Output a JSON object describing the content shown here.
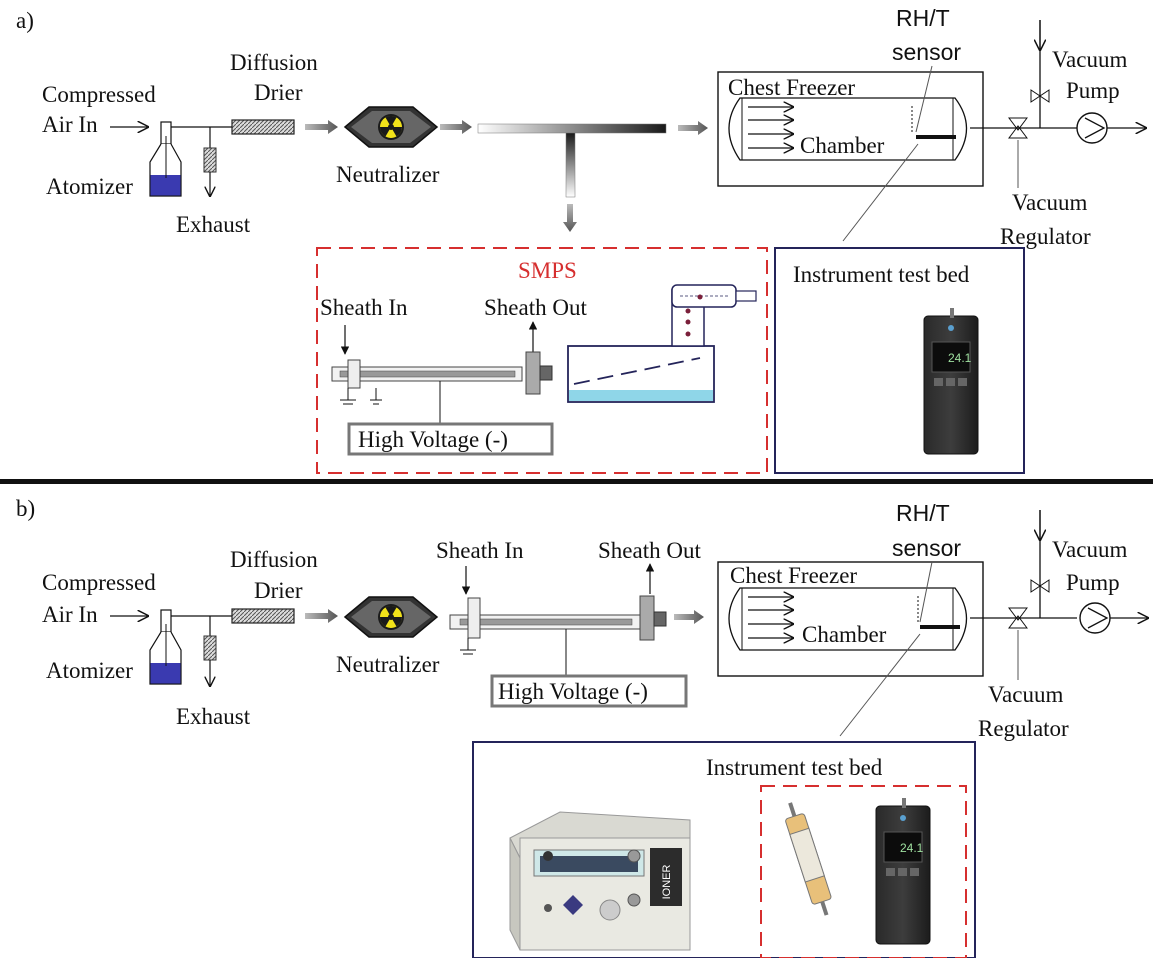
{
  "panels": {
    "a": {
      "panel_label": "a)",
      "compressed_air_line1": "Compressed",
      "compressed_air_line2": "Air In",
      "atomizer": "Atomizer",
      "exhaust": "Exhaust",
      "diffusion_line1": "Diffusion",
      "diffusion_line2": "Drier",
      "neutralizer": "Neutralizer",
      "rht_line1": "RH/T",
      "rht_line2": "sensor",
      "chest_freezer": "Chest Freezer",
      "chamber": "Chamber",
      "vacuum_pump_line1": "Vacuum",
      "vacuum_pump_line2": "Pump",
      "vacuum_regulator_line1": "Vacuum",
      "vacuum_regulator_line2": "Regulator",
      "smps": "SMPS",
      "sheath_in": "Sheath In",
      "sheath_out": "Sheath Out",
      "high_voltage": "High Voltage (-)",
      "instrument_test_bed": "Instrument test bed",
      "device_reading": "24.1"
    },
    "b": {
      "panel_label": "b)",
      "compressed_air_line1": "Compressed",
      "compressed_air_line2": "Air In",
      "atomizer": "Atomizer",
      "exhaust": "Exhaust",
      "diffusion_line1": "Diffusion",
      "diffusion_line2": "Drier",
      "neutralizer": "Neutralizer",
      "sheath_in": "Sheath In",
      "sheath_out": "Sheath Out",
      "high_voltage": "High Voltage (-)",
      "rht_line1": "RH/T",
      "rht_line2": "sensor",
      "chest_freezer": "Chest Freezer",
      "chamber": "Chamber",
      "vacuum_pump_line1": "Vacuum",
      "vacuum_pump_line2": "Pump",
      "vacuum_regulator_line1": "Vacuum",
      "vacuum_regulator_line2": "Regulator",
      "instrument_test_bed": "Instrument test bed",
      "ion_counter_brand": "IONER",
      "device_reading": "24.1"
    }
  },
  "colors": {
    "smps_dashed": "#d62f2f",
    "test_bed_border": "#24245a",
    "atomizer_liquid": "#3a3ab0",
    "condenser_liquid": "#8fd6e8",
    "neutralizer_yellow": "#f2e21a"
  }
}
